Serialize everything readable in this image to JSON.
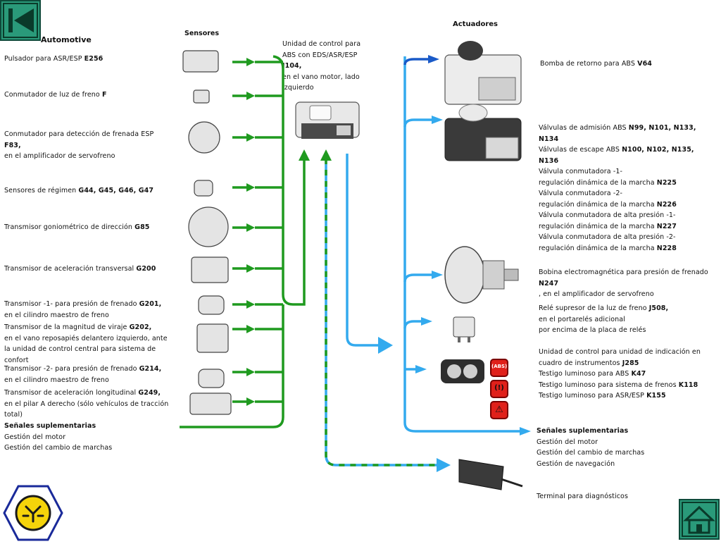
{
  "title_partial": "Automotive",
  "headers": {
    "sensores": "Sensores",
    "actuadores": "Actuadores"
  },
  "control_unit": [
    "Unidad de control para",
    "ABS con EDS/ASR/ESP",
    "J104,",
    "en el vano motor, lado",
    "izquierdo"
  ],
  "sensors": [
    {
      "lines": [
        [
          "Pulsador para ASR/ESP ",
          "E256"
        ]
      ]
    },
    {
      "lines": [
        [
          "Conmutador de luz de freno ",
          "F"
        ]
      ]
    },
    {
      "lines": [
        [
          "Conmutador para detección de frenada ESP",
          ""
        ],
        [
          "",
          "F83,"
        ],
        [
          "en el amplificador de servofreno",
          ""
        ]
      ]
    },
    {
      "lines": [
        [
          "Sensores de régimen ",
          "G44, G45, G46, G47"
        ]
      ]
    },
    {
      "lines": [
        [
          "Transmisor goniométrico de dirección ",
          "G85"
        ]
      ]
    },
    {
      "lines": [
        [
          "Transmisor de aceleración transversal ",
          "G200"
        ]
      ]
    },
    {
      "lines": [
        [
          "Transmisor -1- para presión de frenado ",
          "G201,"
        ],
        [
          "en el cilindro maestro de freno",
          ""
        ]
      ]
    },
    {
      "lines": [
        [
          "Transmisor de la magnitud de viraje ",
          "G202,"
        ],
        [
          "en el vano reposapiés delantero izquierdo, ante",
          ""
        ],
        [
          "la unidad de control central para sistema de",
          ""
        ],
        [
          "confort",
          ""
        ]
      ]
    },
    {
      "lines": [
        [
          "Transmisor -2- para presión de frenado ",
          "G214,"
        ],
        [
          "en el cilindro maestro de freno",
          ""
        ]
      ]
    },
    {
      "lines": [
        [
          "Transmisor de aceleración longitudinal ",
          "G249,"
        ],
        [
          "en el pilar A derecho (sólo vehículos de tracción",
          ""
        ],
        [
          "total)",
          ""
        ]
      ]
    },
    {
      "lines": [
        [
          "",
          "Señales suplementarias"
        ],
        [
          "Gestión del motor",
          ""
        ],
        [
          "Gestión del cambio de marchas",
          ""
        ]
      ]
    }
  ],
  "actuators": [
    {
      "lines": [
        [
          "Bomba de retorno para ABS ",
          "V64"
        ]
      ]
    },
    {
      "lines": [
        [
          "Válvulas de admisión ABS ",
          "N99, N101, N133,"
        ],
        [
          "",
          "N134"
        ],
        [
          "Válvulas de escape ABS ",
          "N100, N102, N135,"
        ],
        [
          "",
          "N136"
        ],
        [
          "Válvula conmutadora -1-",
          ""
        ],
        [
          "regulación dinámica de la marcha ",
          "N225"
        ],
        [
          "Válvula conmutadora -2-",
          ""
        ],
        [
          "regulación dinámica de la marcha ",
          "N226"
        ],
        [
          "Válvula conmutadora de alta presión -1-",
          ""
        ],
        [
          "regulación dinámica de la marcha ",
          "N227"
        ],
        [
          "Válvula conmutadora de alta presión -2-",
          ""
        ],
        [
          "regulación dinámica de la marcha ",
          "N228"
        ]
      ]
    },
    {
      "lines": [
        [
          "Bobina electromagnética para presión de frenado",
          ""
        ],
        [
          "",
          "N247"
        ],
        [
          ", en el amplificador de servofreno",
          ""
        ]
      ]
    },
    {
      "lines": [
        [
          "Relé supresor de la luz de freno ",
          "J508,"
        ],
        [
          "en el portarelés adicional",
          ""
        ],
        [
          "por encima de la placa de relés",
          ""
        ]
      ]
    },
    {
      "lines": [
        [
          "Unidad de control para unidad de indicación en",
          ""
        ],
        [
          "cuadro de instrumentos ",
          "J285"
        ],
        [
          "Testigo luminoso para ABS ",
          "K47"
        ],
        [
          "Testigo luminoso para sistema de frenos ",
          "K118"
        ],
        [
          "Testigo luminoso para ASR/ESP ",
          "K155"
        ]
      ]
    },
    {
      "lines": [
        [
          "",
          "Señales suplementarias"
        ],
        [
          "Gestión del motor",
          ""
        ],
        [
          "Gestión del cambio de marchas",
          ""
        ],
        [
          "Gestión de navegación",
          ""
        ]
      ]
    },
    {
      "lines": [
        [
          "Terminal para diagnósticos",
          ""
        ]
      ]
    }
  ],
  "warning_lights": [
    {
      "symbol": "(ABS)",
      "color": "#e0201a"
    },
    {
      "symbol": "(!)",
      "color": "#e0201a"
    },
    {
      "symbol": "⚠",
      "color": "#e0201a"
    }
  ],
  "colors": {
    "sensor_line": "#1f9a1f",
    "actuator_line": "#33aaee",
    "dark_blue": "#1a5ac8",
    "nav_green": "#1a8a6a"
  },
  "icons": {
    "back": "back-triangle-icon",
    "logo": "steering-logo-icon",
    "home": "home-icon"
  }
}
